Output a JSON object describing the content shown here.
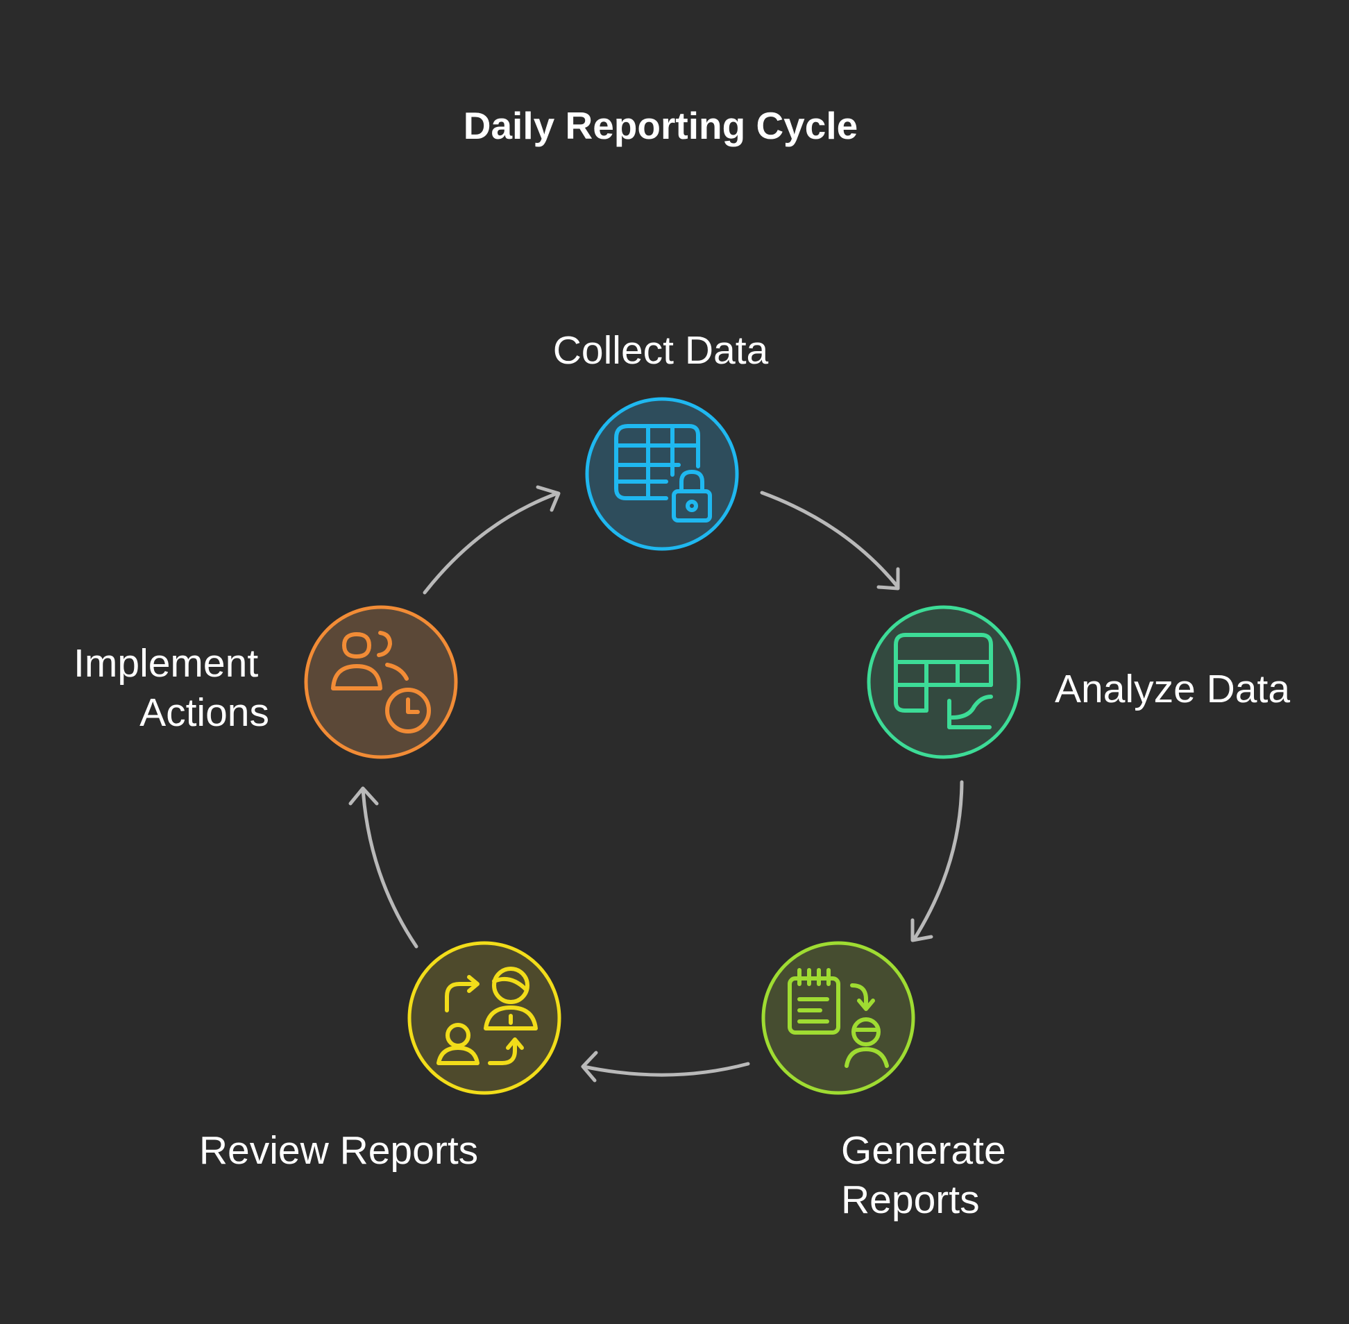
{
  "title": "Daily Reporting Cycle",
  "steps": [
    {
      "label_lines": [
        "Collect Data"
      ],
      "icon": "table-lock-icon",
      "color": "#1fb8f0",
      "fill": "#2e4d5c"
    },
    {
      "label_lines": [
        "Analyze Data"
      ],
      "icon": "table-chart-icon",
      "color": "#3ddc97",
      "fill": "#33493f"
    },
    {
      "label_lines": [
        "Generate",
        "Reports"
      ],
      "icon": "notepad-user-icon",
      "color": "#9fdc32",
      "fill": "#464d30"
    },
    {
      "label_lines": [
        "Review Reports"
      ],
      "icon": "people-exchange-icon",
      "color": "#f2dd1a",
      "fill": "#4e4a2c"
    },
    {
      "label_lines": [
        "Implement",
        "Actions"
      ],
      "icon": "users-clock-icon",
      "color": "#f28c36",
      "fill": "#5b4837"
    }
  ],
  "arrow_color": "#b9b9b9",
  "background": "#2b2b2b"
}
